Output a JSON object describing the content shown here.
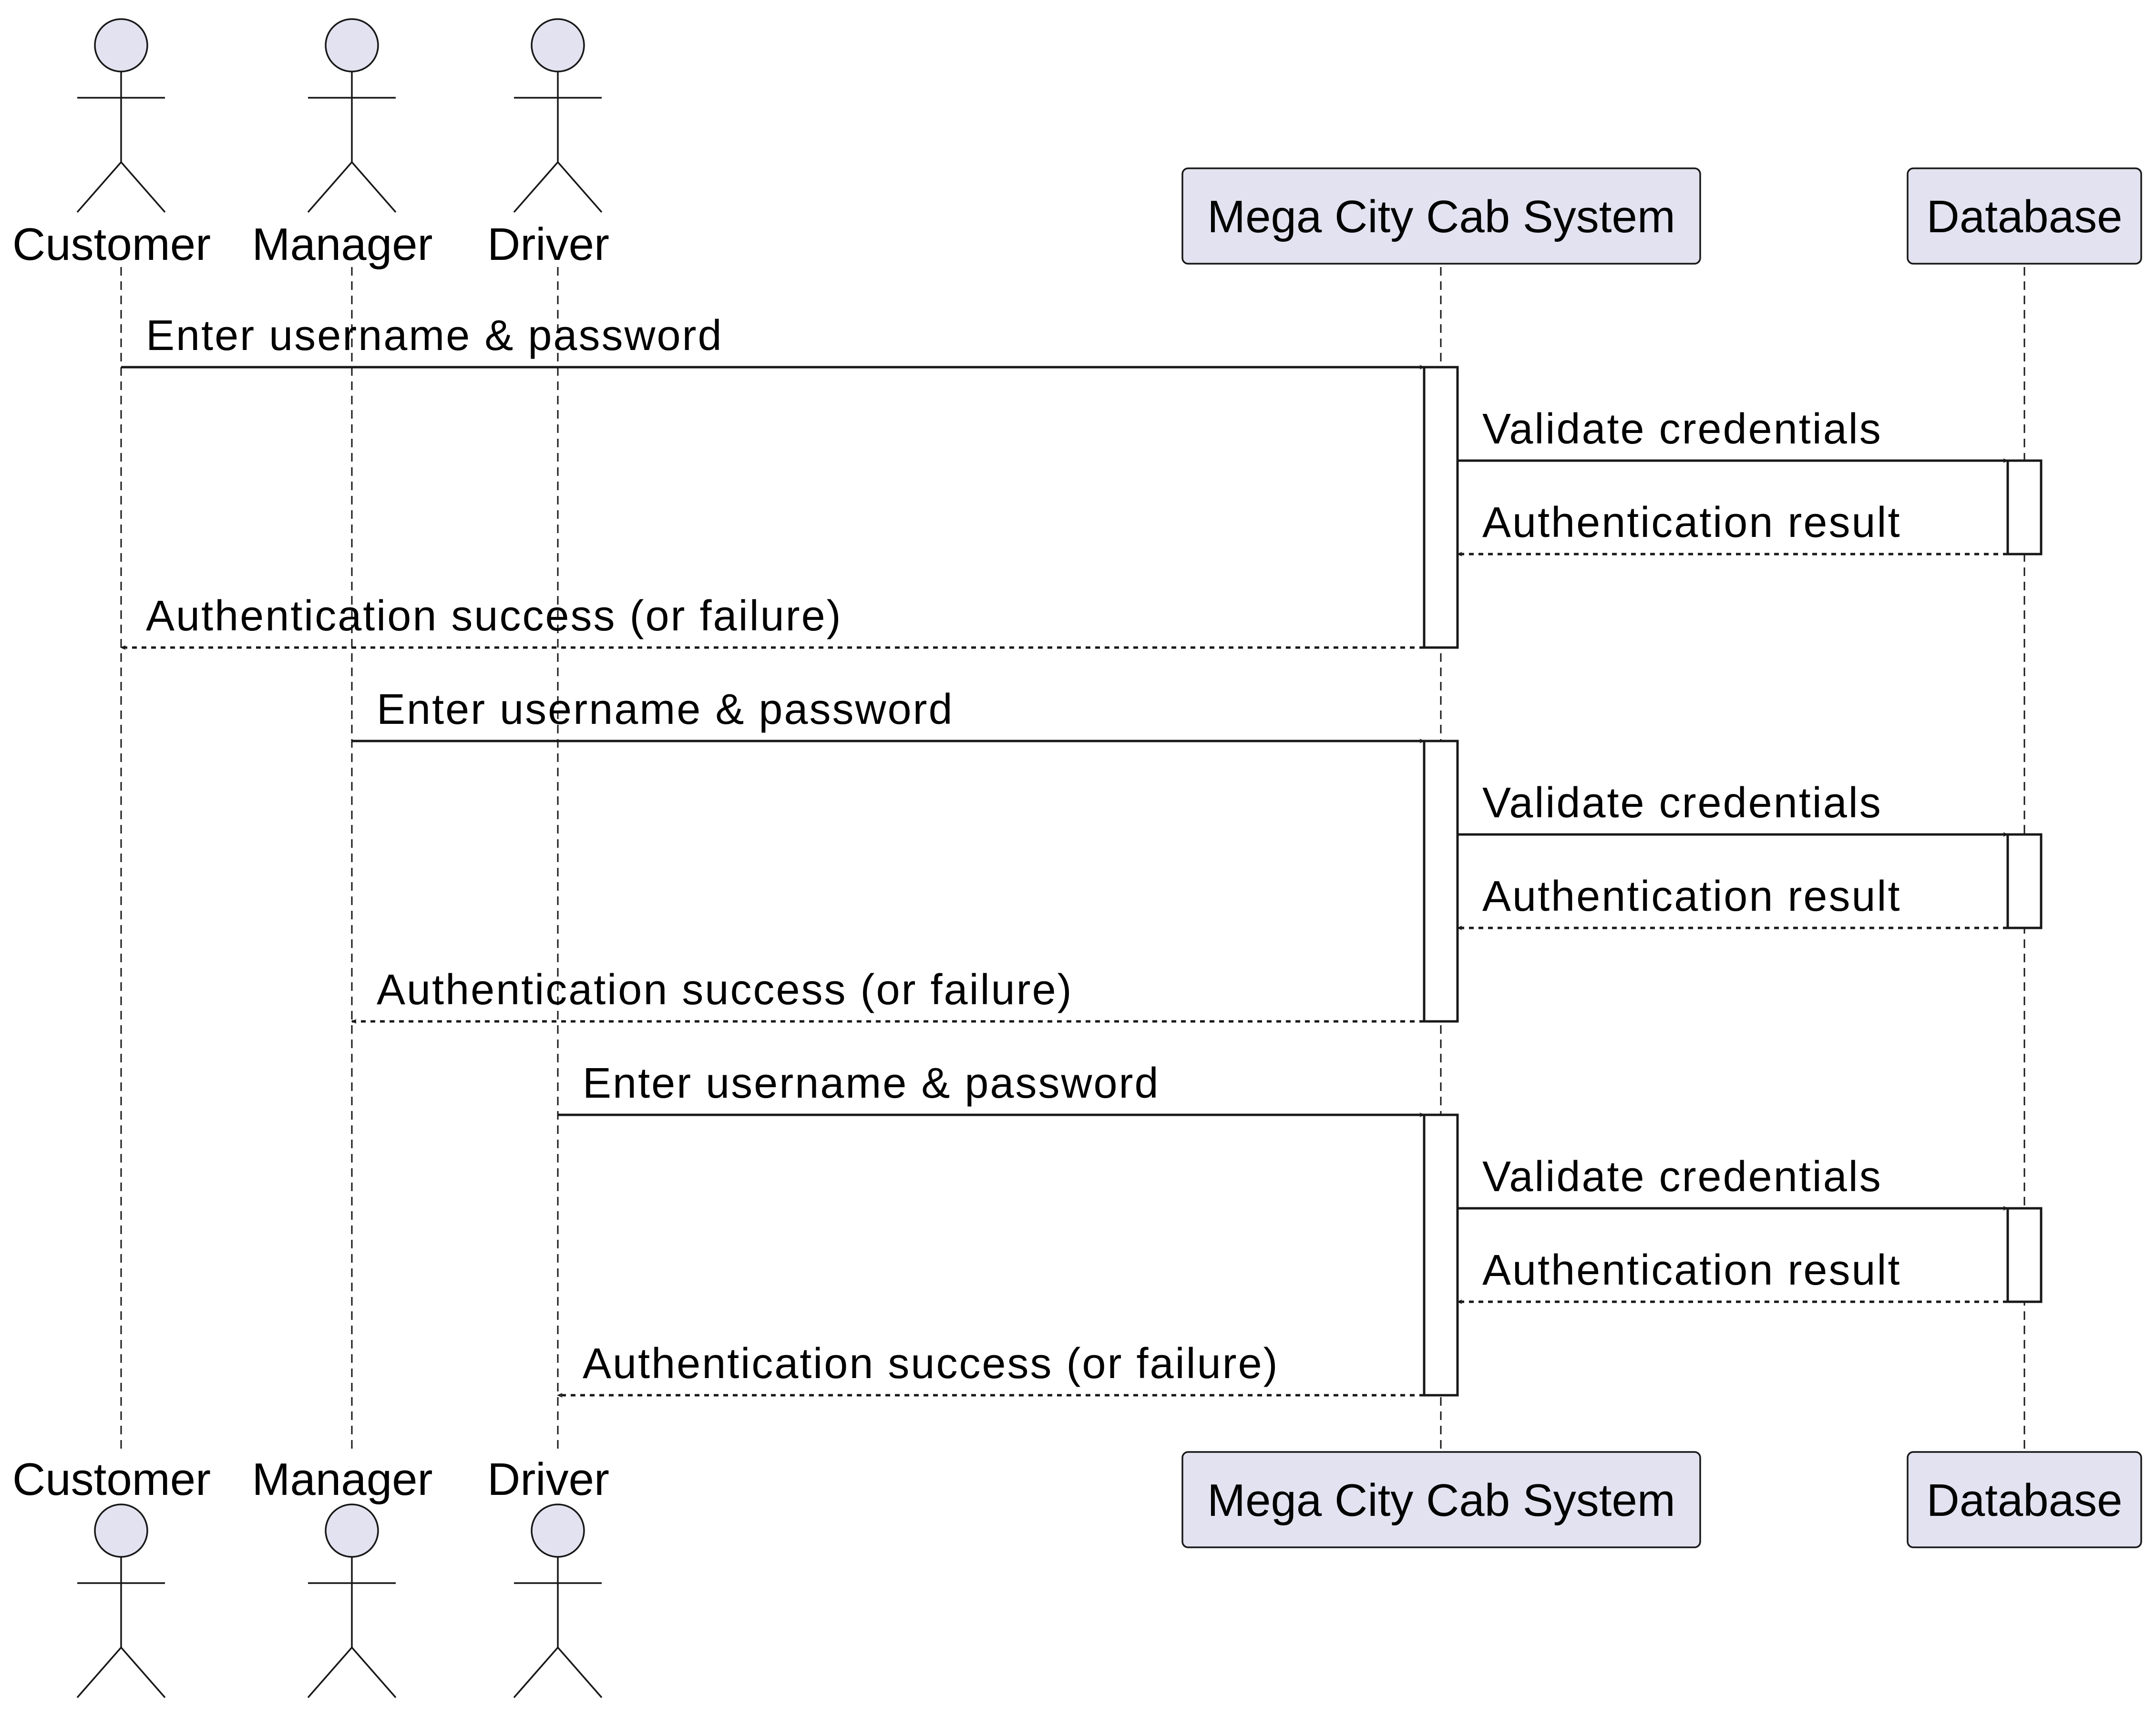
{
  "diagram": {
    "type": "sequence",
    "colors": {
      "participant_fill": "#e2e2f0",
      "participant_stroke": "#181818",
      "line": "#181818",
      "activation_fill": "#ffffff"
    },
    "actors": [
      {
        "id": "customer",
        "name": "Customer"
      },
      {
        "id": "manager",
        "name": "Manager"
      },
      {
        "id": "driver",
        "name": "Driver"
      }
    ],
    "participants": [
      {
        "id": "system",
        "name": "Mega City Cab System"
      },
      {
        "id": "database",
        "name": "Database"
      }
    ],
    "messages": [
      {
        "from": "customer",
        "to": "system",
        "label": "Enter username & password",
        "style": "solid"
      },
      {
        "from": "system",
        "to": "database",
        "label": "Validate credentials",
        "style": "solid"
      },
      {
        "from": "database",
        "to": "system",
        "label": "Authentication result",
        "style": "dashed"
      },
      {
        "from": "system",
        "to": "customer",
        "label": "Authentication success (or failure)",
        "style": "dashed"
      },
      {
        "from": "manager",
        "to": "system",
        "label": "Enter username & password",
        "style": "solid"
      },
      {
        "from": "system",
        "to": "database",
        "label": "Validate credentials",
        "style": "solid"
      },
      {
        "from": "database",
        "to": "system",
        "label": "Authentication result",
        "style": "dashed"
      },
      {
        "from": "system",
        "to": "manager",
        "label": "Authentication success (or failure)",
        "style": "dashed"
      },
      {
        "from": "driver",
        "to": "system",
        "label": "Enter username & password",
        "style": "solid"
      },
      {
        "from": "system",
        "to": "database",
        "label": "Validate credentials",
        "style": "solid"
      },
      {
        "from": "database",
        "to": "system",
        "label": "Authentication result",
        "style": "dashed"
      },
      {
        "from": "system",
        "to": "driver",
        "label": "Authentication success (or failure)",
        "style": "dashed"
      }
    ]
  }
}
